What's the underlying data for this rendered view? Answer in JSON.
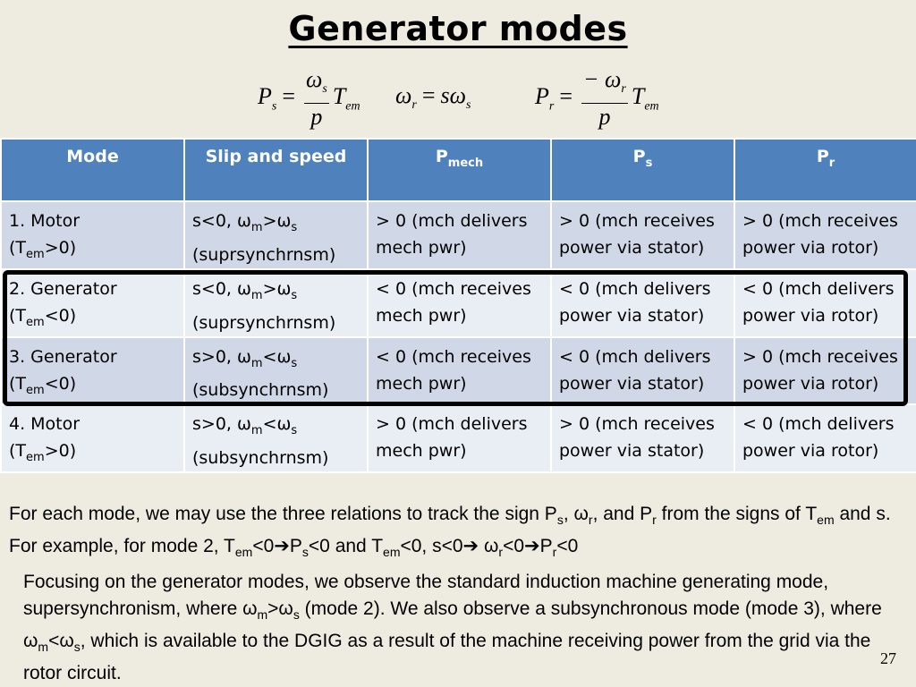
{
  "title": "Generator modes",
  "equations": {
    "eq1": {
      "lhs": "P",
      "lhs_sub": "s",
      "num": "ω",
      "num_sub": "s",
      "den": "p",
      "tail": "T",
      "tail_sub": "em"
    },
    "eq2": {
      "lhs": "ω",
      "lhs_sub": "r",
      "eq": "=",
      "rhs": "sω",
      "rhs_sub": "s"
    },
    "eq3": {
      "lhs": "P",
      "lhs_sub": "r",
      "num": "− ω",
      "num_sub": "r",
      "den": "p",
      "tail": "T",
      "tail_sub": "em"
    }
  },
  "table": {
    "headers": [
      {
        "text": "Mode",
        "sub": ""
      },
      {
        "text": "Slip and speed",
        "sub": ""
      },
      {
        "text": "P",
        "sub": "mech"
      },
      {
        "text": "P",
        "sub": "s"
      },
      {
        "text": "P",
        "sub": "r"
      }
    ],
    "rows": [
      {
        "mode": {
          "l1": "1. Motor",
          "l2a": "(T",
          "l2sub": "em",
          "l2b": ">0)"
        },
        "slip": {
          "a": "s<0, ω",
          "s1": "m",
          "b": ">ω",
          "s2": "s",
          "l2": "(suprsynchrnsm)"
        },
        "pmech": "> 0 (mch delivers mech pwr)",
        "ps": "> 0 (mch receives power via stator)",
        "pr": "> 0 (mch receives power via rotor)"
      },
      {
        "mode": {
          "l1": "2. Generator",
          "l2a": "(T",
          "l2sub": "em",
          "l2b": "<0)"
        },
        "slip": {
          "a": "s<0, ω",
          "s1": "m",
          "b": ">ω",
          "s2": "s",
          "l2": "(suprsynchrnsm)"
        },
        "pmech": "< 0 (mch receives mech pwr)",
        "ps": "< 0 (mch delivers power via stator)",
        "pr": "< 0 (mch delivers power via rotor)"
      },
      {
        "mode": {
          "l1": "3. Generator",
          "l2a": "(T",
          "l2sub": "em",
          "l2b": "<0)"
        },
        "slip": {
          "a": "s>0, ω",
          "s1": "m",
          "b": "<ω",
          "s2": "s",
          "l2": "(subsynchrnsm)"
        },
        "pmech": "< 0 (mch receives mech pwr)",
        "ps": "< 0 (mch delivers power via stator)",
        "pr": "> 0 (mch receives power via rotor)"
      },
      {
        "mode": {
          "l1": "4. Motor",
          "l2a": "(T",
          "l2sub": "em",
          "l2b": ">0)"
        },
        "slip": {
          "a": "s>0, ω",
          "s1": "m",
          "b": "<ω",
          "s2": "s",
          "l2": "(subsynchrnsm)"
        },
        "pmech": "> 0 (mch delivers mech pwr)",
        "ps": "> 0 (mch receives power via stator)",
        "pr": "< 0 (mch delivers power via rotor)"
      }
    ]
  },
  "para1": {
    "t1": "For each mode, we may use the three relations to track the sign P",
    "s1": "s",
    "t2": ", ω",
    "s2": "r",
    "t3": ", and P",
    "s3": "r",
    "t4": " from the signs of T",
    "s4": "em",
    "t5": " and s. For example, for mode 2, T",
    "s5": "em",
    "t6": "<0",
    "arrow": "➔",
    "t7": "P",
    "s7": "s",
    "t8": "<0 and T",
    "s8": "em",
    "t9": "<0, s<0",
    "t10": " ω",
    "s10": "r",
    "t11": "<0",
    "t12": "P",
    "s12": "r",
    "t13": "<0"
  },
  "para2": {
    "t1": "Focusing on the generator modes, we observe the standard induction machine generating mode, supersynchronism, where ω",
    "s1": "m",
    "t2": ">ω",
    "s2": "s",
    "t3": " (mode 2). We also observe a subsynchronous mode (mode 3), where ω",
    "s3": "m",
    "t4": "<ω",
    "s4": "s",
    "t5": ", which is available to the DGIG as a result of the machine receiving power from the grid via the rotor circuit."
  },
  "page_number": "27"
}
